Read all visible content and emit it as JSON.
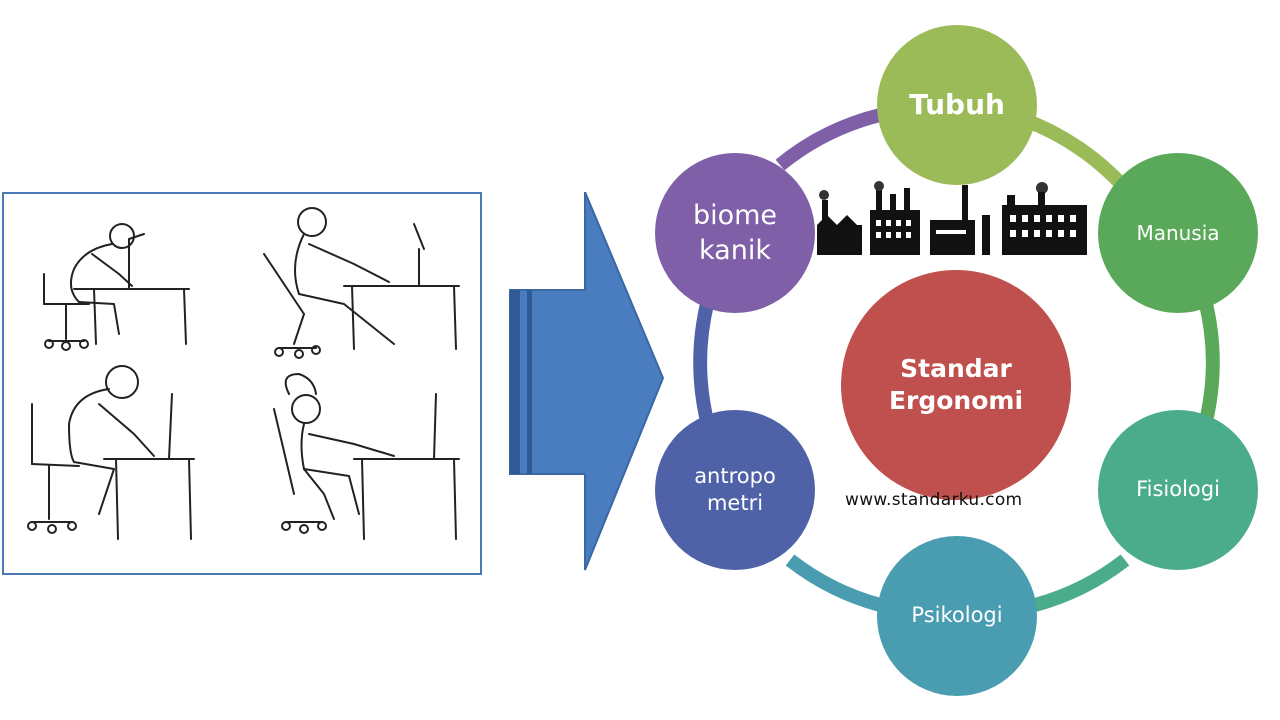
{
  "diagram": {
    "center": {
      "line1": "Standar",
      "line2": "Ergonomi"
    },
    "nodes": {
      "tubuh": "Tubuh",
      "manusia": "Manusia",
      "fisiologi": "Fisiologi",
      "psikologi": "Psikologi",
      "antropometri": {
        "line1": "antropo",
        "line2": "metri"
      },
      "biomekanik": {
        "line1": "biome",
        "line2": "kanik"
      }
    },
    "website": "www.standarku.com"
  },
  "colors": {
    "center": "#c0504d",
    "tubuh": "#9bbb59",
    "manusia": "#5aa85a",
    "fisiologi": "#4bac8c",
    "psikologi": "#4a9db0",
    "antropometri": "#4f62a8",
    "biomekanik": "#7e5fa8",
    "arrow": "#4a7cc0",
    "panel_border": "#4a7ab5"
  },
  "icons": [
    "posture-sketch-icon",
    "factory-icon",
    "right-arrow-icon"
  ]
}
